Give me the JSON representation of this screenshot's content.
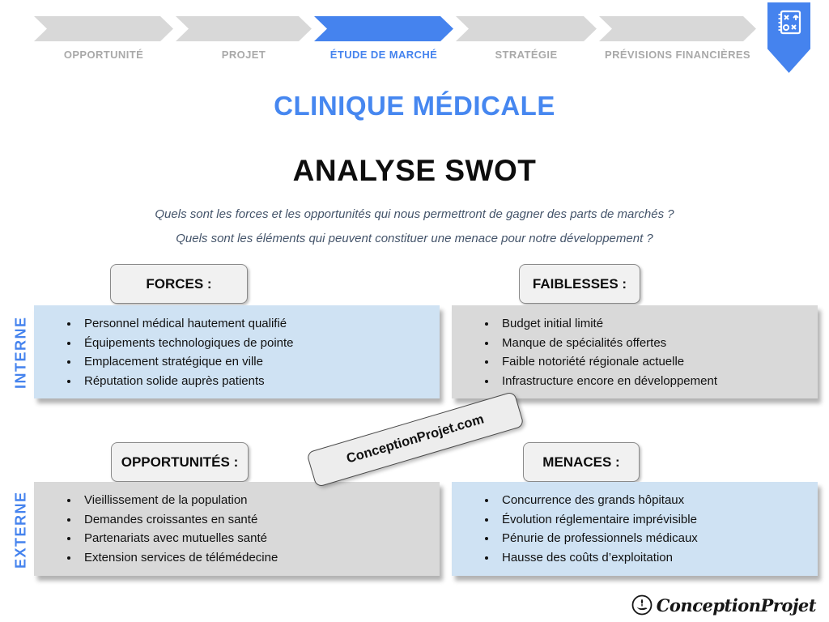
{
  "process_bar": {
    "steps": [
      {
        "label": "OPPORTUNITÉ",
        "active": false
      },
      {
        "label": "PROJET",
        "active": false
      },
      {
        "label": "ÉTUDE DE MARCHÉ",
        "active": true
      },
      {
        "label": "STRATÉGIE",
        "active": false
      },
      {
        "label": "PRÉVISIONS FINANCIÈRES",
        "active": false
      }
    ],
    "bookmark_icon": "strategy-notebook-icon"
  },
  "titles": {
    "main": "CLINIQUE MÉDICALE",
    "subtitle": "ANALYSE SWOT"
  },
  "questions": [
    "Quels sont les forces et les opportunités qui nous permettront de gagner des parts de marchés ?",
    "Quels sont les éléments qui peuvent constituer une menace pour notre développement ?"
  ],
  "row_labels": {
    "internal": "INTERNE",
    "external": "EXTERNE"
  },
  "swot": {
    "forces": {
      "title": "FORCES :",
      "items": [
        "Personnel médical hautement qualifié",
        "Équipements technologiques de pointe",
        "Emplacement stratégique en ville",
        "Réputation solide auprès patients"
      ]
    },
    "faiblesses": {
      "title": "FAIBLESSES :",
      "items": [
        "Budget initial limité",
        "Manque de spécialités offertes",
        "Faible notoriété régionale actuelle",
        "Infrastructure encore en développement"
      ]
    },
    "opportunites": {
      "title": "OPPORTUNITÉS :",
      "items": [
        "Vieillissement de la population",
        "Demandes croissantes en santé",
        "Partenariats avec mutuelles santé",
        "Extension services de télémédecine"
      ]
    },
    "menaces": {
      "title": "MENACES :",
      "items": [
        "Concurrence des grands hôpitaux",
        "Évolution réglementaire imprévisible",
        "Pénurie de professionnels médicaux",
        "Hausse des coûts d’exploitation"
      ]
    }
  },
  "watermark": "ConceptionProjet.com",
  "footer": {
    "brand": "ConceptionProjet"
  },
  "colors": {
    "accent_blue": "#4583ee",
    "light_blue_box": "#cfe2f3",
    "gray_box": "#d9d9d9",
    "chevron_gray": "#d8d8d8",
    "inactive_label": "#a9a9a9",
    "question_text": "#44546a"
  }
}
